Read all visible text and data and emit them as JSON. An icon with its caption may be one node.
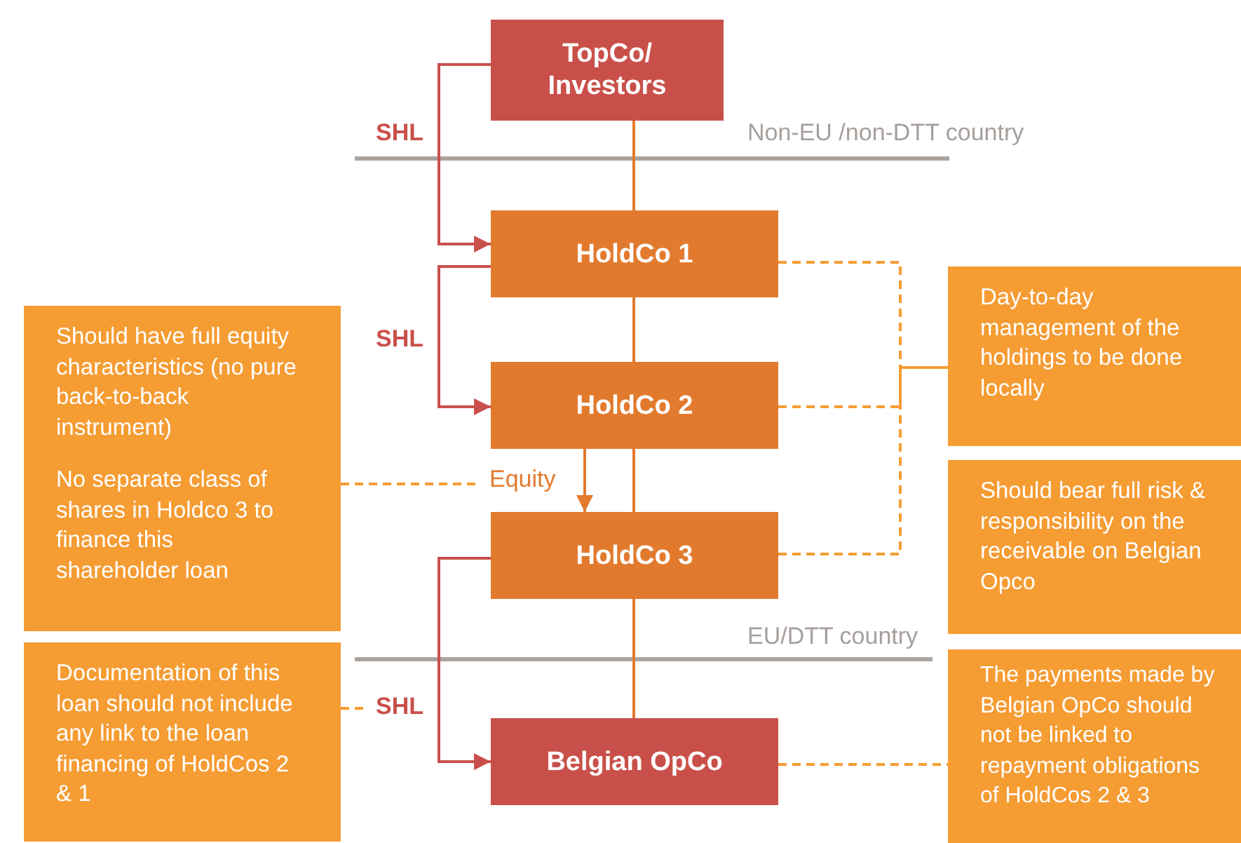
{
  "diagram": {
    "nodes": [
      {
        "text": [
          "TopCo/ Investors"
        ]
      },
      {
        "text": [
          "HoldCo 1"
        ]
      },
      {
        "text": [
          "HoldCo 2"
        ]
      },
      {
        "text": [
          "HoldCo 3"
        ]
      },
      {
        "text": [
          "Belgian OpCo"
        ]
      },
      {
        "text": [
          "Should have full equity characteristics (no pure back-to-back instrument)",
          "No separate class of shares in Holdco 3 to finance this shareholder loan"
        ]
      },
      {
        "text": [
          "Documentation of this loan should not include any link to the loan financing of HoldCos 2 & 1"
        ]
      },
      {
        "text": [
          "Day-to-day management of the holdings to be done locally"
        ]
      },
      {
        "text": [
          "Should bear full risk & responsibility on the receivable on Belgian Opco"
        ]
      },
      {
        "text": [
          "The payments made by Belgian OpCo should not be linked to repayment obligations of HoldCos 2 & 3"
        ]
      }
    ],
    "edges": [
      {
        "from": 0,
        "to": 1,
        "arrow": "to",
        "label": "SHL",
        "color": "#c9504a"
      },
      {
        "from": 1,
        "to": 2,
        "arrow": "to",
        "label": "SHL",
        "color": "#c9504a"
      },
      {
        "from": 2,
        "to": 3,
        "arrow": "to",
        "label": "Equity"
      },
      {
        "from": 3,
        "to": 4,
        "arrow": "to",
        "label": "SHL",
        "color": "#c9504a"
      },
      {
        "from": 0,
        "to": 1,
        "arrow": "none"
      },
      {
        "from": 1,
        "to": 2,
        "arrow": "none"
      },
      {
        "from": 2,
        "to": 3,
        "arrow": "none"
      },
      {
        "from": 3,
        "to": 4,
        "arrow": "none"
      },
      {
        "from": 1,
        "to": 7,
        "arrow": "none",
        "style": "dashed",
        "color": "#f59c33"
      },
      {
        "from": 2,
        "to": 7,
        "arrow": "none",
        "style": "dashed",
        "color": "#f59c33"
      },
      {
        "from": 3,
        "to": 7,
        "arrow": "none",
        "style": "dashed",
        "color": "#f59c33"
      },
      {
        "from": 5,
        "to": null,
        "arrow": "none",
        "style": "dashed",
        "color": "#f59c33"
      },
      {
        "from": 6,
        "to": null,
        "arrow": "none",
        "style": "dashed",
        "color": "#f59c33"
      },
      {
        "from": 4,
        "to": 9,
        "arrow": "none",
        "style": "dashed",
        "color": "#f59c33"
      }
    ],
    "labels": [
      "Non-EU /non-DTT country",
      "EU/DTT country"
    ]
  }
}
